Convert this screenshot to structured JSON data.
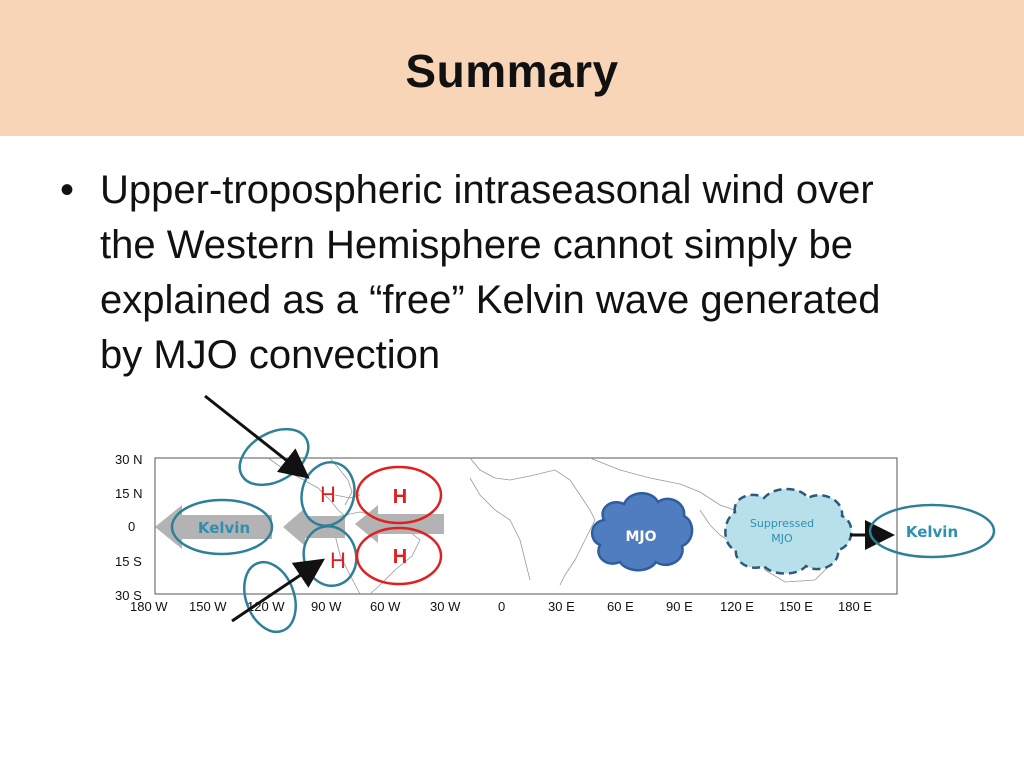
{
  "slide": {
    "title": "Summary",
    "bullet_marker": "•",
    "bullet_text": "Upper-tropospheric intraseasonal wind over the Western Hemisphere cannot simply be explained as a “free” Kelvin wave generated by MJO convection"
  },
  "diagram": {
    "lat_labels": [
      "30 N",
      "15 N",
      "0",
      "15 S",
      "30 S"
    ],
    "lon_labels": [
      "180 W",
      "150 W",
      "120 W",
      "90 W",
      "60 W",
      "30 W",
      "0",
      "30 E",
      "60 E",
      "90 E",
      "120 E",
      "150 E",
      "180 E"
    ],
    "kelvin_left_label": "Kelvin",
    "kelvin_right_label": "Kelvin",
    "mjo_label": "MJO",
    "suppressed_line1": "Suppressed",
    "suppressed_line2": "MJO",
    "h_black_top": "H",
    "h_black_bottom": "H",
    "h_red_top": "H",
    "h_red_bottom": "H",
    "colors": {
      "title_bg": "#f9d5b8",
      "ellipse_blue": "#2e7f98",
      "red": "#e02020",
      "mjo_fill": "#4f7dbf",
      "suppressed_fill": "#b8e0ea",
      "arrow_grey": "#b3b3b3",
      "kelvin_text": "#2f8fb0"
    }
  }
}
